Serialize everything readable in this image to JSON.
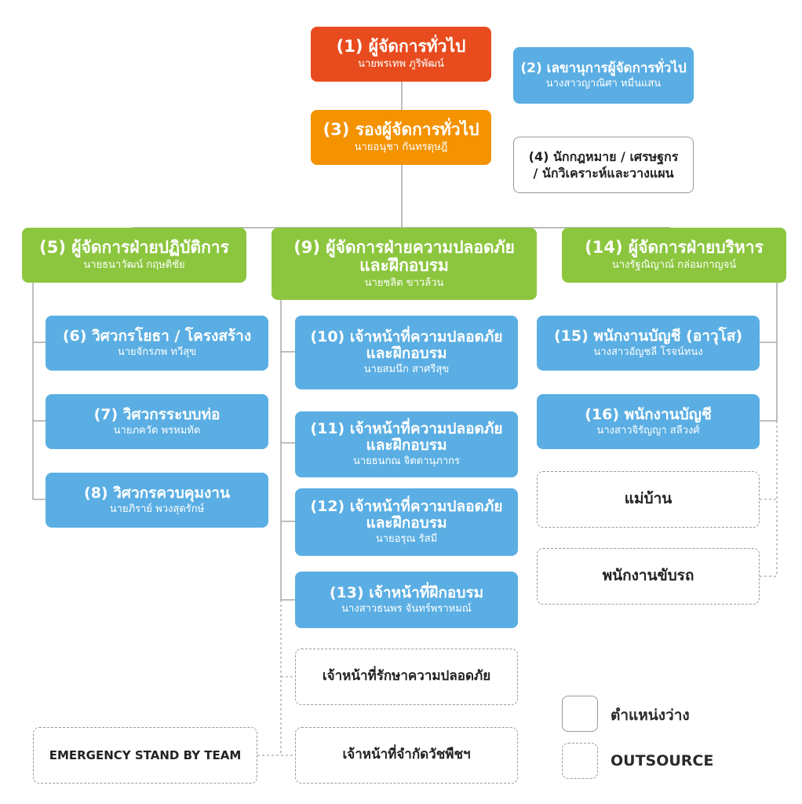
{
  "nodes": {
    "n1": {
      "title": "(1) ผู้จัดการทั่วไป",
      "name": "นายพรเทพ ภูริพัฒน์"
    },
    "n2": {
      "title": "(2) เลขานุการผู้จัดการทั่วไป",
      "name": "นางสาวญาณิศา  หมื่นแสน"
    },
    "n3": {
      "title": "(3) รองผู้จัดการทั่วไป",
      "name": "นายอนุชา กันทรดุษฎี"
    },
    "n4": {
      "line1": "(4) นักกฎหมาย / เศรษฐกร",
      "line2": "/ นักวิเคราะห์และวางแผน"
    },
    "n5": {
      "title": "(5) ผู้จัดการฝ่ายปฏิบัติการ",
      "name": "นายธนาวัฒน์ กฤษติชัย"
    },
    "n6": {
      "title": "(6) วิศวกรโยธา / โครงสร้าง",
      "name": "นายจักรภพ ทวีสุข"
    },
    "n7": {
      "title": "(7) วิศวกรระบบท่อ",
      "name": "นายภควัต พรหมทัต"
    },
    "n8": {
      "title": "(8) วิศวกรควบคุมงาน",
      "name": "นายภิราย์ พวงสุดรักษ์"
    },
    "n9": {
      "title1": "(9) ผู้จัดการฝ่ายความปลอดภัย",
      "title2": "และฝึกอบรม",
      "name": "นายชลิต ขาวล้วน"
    },
    "n10": {
      "title1": "(10) เจ้าหน้าที่ความปลอดภัย",
      "title2": "และฝึกอบรม",
      "name": "นายสมนึก สาศรีสุข"
    },
    "n11": {
      "title1": "(11) เจ้าหน้าที่ความปลอดภัย",
      "title2": "และฝึกอบรม",
      "name": "นายธนกณ จิตตานุภากร"
    },
    "n12": {
      "title1": "(12) เจ้าหน้าที่ความปลอดภัย",
      "title2": "และฝึกอบรม",
      "name": "นายอรุณ รัสมี"
    },
    "n13": {
      "title": "(13) เจ้าหน้าที่ฝึกอบรม",
      "name": "นางสาวธนพร จันทร์พราหมณ์"
    },
    "n14": {
      "title": "(14) ผู้จัดการฝ่ายบริหาร",
      "name": "นางรัฐณิญาณ์ กล่อมกาญจน์"
    },
    "n15": {
      "title": "(15) พนักงานบัญชี (อาวุโส)",
      "name": "นางสาวอัญชลี โรจน์ทนง"
    },
    "n16": {
      "title": "(16) พนักงานบัญชี",
      "name": "นางสาวจิรัญญา สลีวงศ์"
    }
  },
  "outsource": {
    "maid": "แม่บ้าน",
    "driver": "พนักงานขับรถ",
    "guard": "เจ้าหน้าที่รักษาความปลอดภัย",
    "pest": "เจ้าหน้าที่จำกัดวัชพืชฯ",
    "emergency": "EMERGENCY STAND BY TEAM"
  },
  "legend": {
    "vacant": "ตำแหน่งว่าง",
    "outsource": "OUTSOURCE"
  },
  "colors": {
    "red": "#e84c1e",
    "orange": "#f49200",
    "green": "#8cc63f",
    "blue": "#5aaee3",
    "line": "#9a9a9a"
  }
}
